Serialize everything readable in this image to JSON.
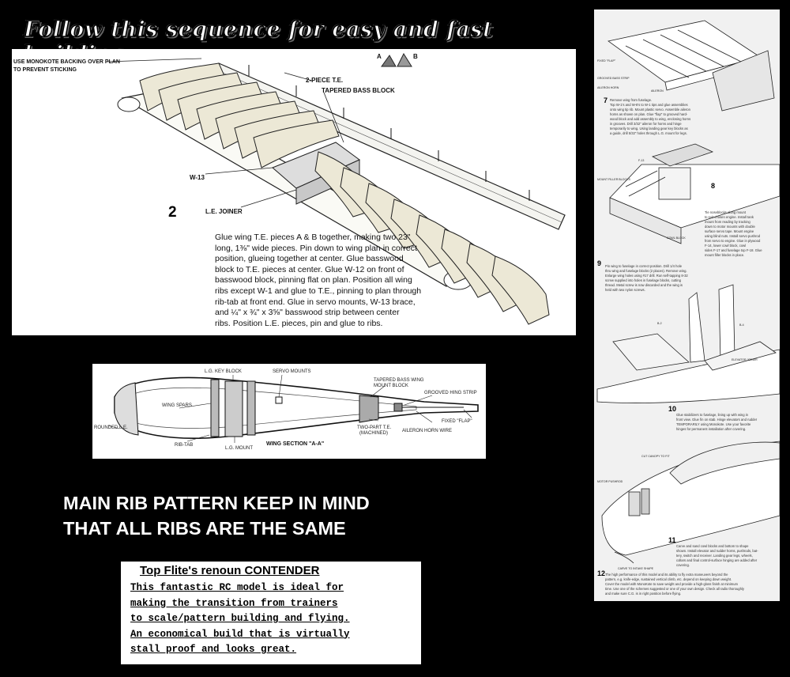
{
  "headline": "Follow this sequence for easy and fast building . . .",
  "wing_assembly": {
    "step_number": "2",
    "labels": {
      "backing_note_line1": "USE MONOKOTE BACKING OVER PLAN",
      "backing_note_line2": "TO PREVENT STICKING",
      "te_2piece": "2-PIECE T.E.",
      "tapered_block": "TAPERED BASS BLOCK",
      "part_a": "A",
      "part_b": "B",
      "w13": "W-13",
      "le_joiner": "L.E. JOINER"
    },
    "description": "Glue wing T.E. pieces A & B together, making two 23\"\nlong, 1⅜\" wide pieces. Pin down to wing plan in correct\nposition, glueing together at center. Glue basswood\nblock to T.E. pieces at center. Glue W-12 on front of\nbasswood block, pinning flat on plan. Position all wing\nribs except W-1 and glue to T.E., pinning to plan through\nrib-tab at front end. Glue in servo mounts, W-13 brace,\nand ¼\" x ¾\" x 3⅝\" basswood strip between center\nribs. Position L.E. pieces, pin and glue to ribs."
  },
  "wing_section": {
    "title": "WING SECTION \"A-A\"",
    "labels": {
      "lg_key_block": "L.G. KEY BLOCK",
      "servo_mounts": "SERVO MOUNTS",
      "tapered_bass": "TAPERED BASS WING",
      "mount_block": "MOUNT BLOCK",
      "grooved_strip": "GROOVED HING STRIP",
      "wing_spars": "WING SPARS",
      "rounded_le": "ROUNDED L.E.",
      "rib_tab": "RIB-TAB",
      "lg_mount": "L.G. MOUNT",
      "two_part_te": "TWO-PART T.E.",
      "machined": "(MACHINED)",
      "aileron_horn": "AILERON HORN WIRE",
      "fixed_flap": "FIXED \"FLAP\""
    }
  },
  "main_caption": {
    "line1": "MAIN RIB PATTERN KEEP IN MIND",
    "line2": "THAT ALL RIBS ARE THE SAME"
  },
  "promo": {
    "title": "Top Flite's renoun CONTENDER",
    "lines": [
      "This fantastic RC model is ideal for",
      "making the transition from trainers",
      "to scale/pattern building and flying.",
      "An economical build that is virtually",
      "stall proof and looks great."
    ]
  },
  "sequence_steps": {
    "step7": {
      "number": "7",
      "labels": {
        "fixed_flap": "FIXED \"FLAP\"",
        "grooved": "GROOVED BASS STRIP",
        "aileron_horn": "AILERON HORN",
        "aileron": "AILERON"
      },
      "text": "Remove wing from fuselage.\nTop W-1's and W-8's to W-1 tips and glue assemblies\nonto wing tip rib. Mount plastic servo. Assemble aileron\nhorns as shown on plan. Glue \"flap\" to grooved hard-\nwood block and add assembly to wing, enclosing horns\nin grooves. Drill 3/32\" aileron for horns and hinge\ntemporarily to wing. Using landing gear key blocks as\na guide, drill 5/32\" holes through L.G. mount for legs."
    },
    "step8": {
      "number": "8",
      "labels": {
        "mount_filler": "MOUNT FILLER BLOCKS",
        "f13": "F-13",
        "cowl_block": "COWL BLOCK"
      },
      "text": "Tie noseblocks along mount\nto suit chosen engine. Install tank\nmount from reading by tracking\ndown to motor mounts with double\nsurface servo tape. Mount engine\nusing blind nuts. Install servo pushrod\nfrom servo to engine. Glue in plywood\nF-14, lower cowl block, cowl\nsides F-17 and fuselage top F-18. Glue\nmount filler blocks in place."
    },
    "step9": {
      "number": "9",
      "text": "Pin wing to fuselage in correct position. Drill 1/4 hole\nthru wing and fuselage blocks (2 places). Remove wing.\nEnlarge wing holes using #17 drill. Run self-tapping 8-32\nscrew supplied into holes in fuselage blocks, cutting\nthread. Metal screw is now discarded and the wing is\nheld with two nylon screws."
    },
    "step10": {
      "number": "10",
      "labels": {
        "b2": "B-2",
        "b4": "B-4",
        "elevator_joiner": "ELEVATOR JOINER"
      },
      "text": "Glue stabilizers to fuselage, lining up with wing in\nfront view. Glue fin on stab. Hinge elevators and rudder\nTEMPORARILY using Monokote. Use your favorite\nhinges for permanent installation after covering."
    },
    "step11": {
      "number": "11",
      "labels": {
        "cut_canopy": "CUT CANOPY TO FIT",
        "motor_pushrod": "MOTOR PUSHROD",
        "carve": "CARVE TO INTAKE SHAPE"
      },
      "text": "Carve and sand cowl blocks and bottom to shape\nshown. Install elevator and rudder horns, pushrods, bat-\ntery, switch and receiver. Landing gear legs, wheels,\ncollars and final control-surface hinging are added after\ncovering."
    },
    "step12": {
      "number": "12",
      "text": "The high performance of this model and its ability to fly extra maneuvers beyond the\npattern, e.g. knife-edge, sustained vertical climb, etc. depend on keeping down weight.\nCover the model with MonoKote to save weight and provide a high-gloss finish at minimum\ntime. Use one of the schemes suggested or one of your own design. Check all radio thoroughly\nand make sure C.G. is in right position before flying."
    }
  }
}
